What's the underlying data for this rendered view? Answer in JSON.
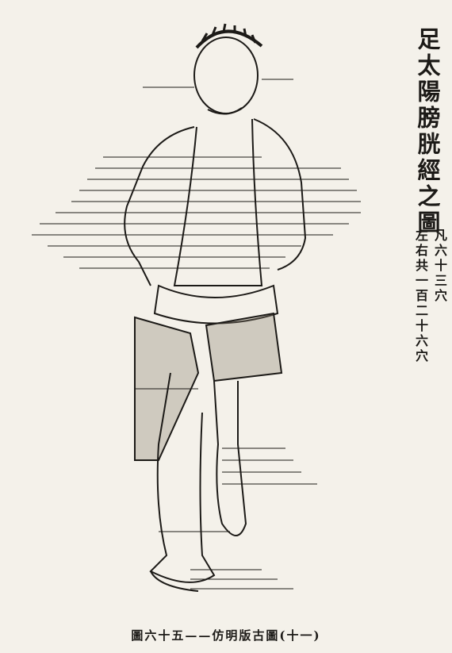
{
  "title": "足太陽膀胱經之圖",
  "count_single": "凡六十三穴",
  "count_total": "左右共一百二十六穴",
  "caption": "圖六十五——仿明版古圖(十一)",
  "illustration": "acupuncture-figure"
}
